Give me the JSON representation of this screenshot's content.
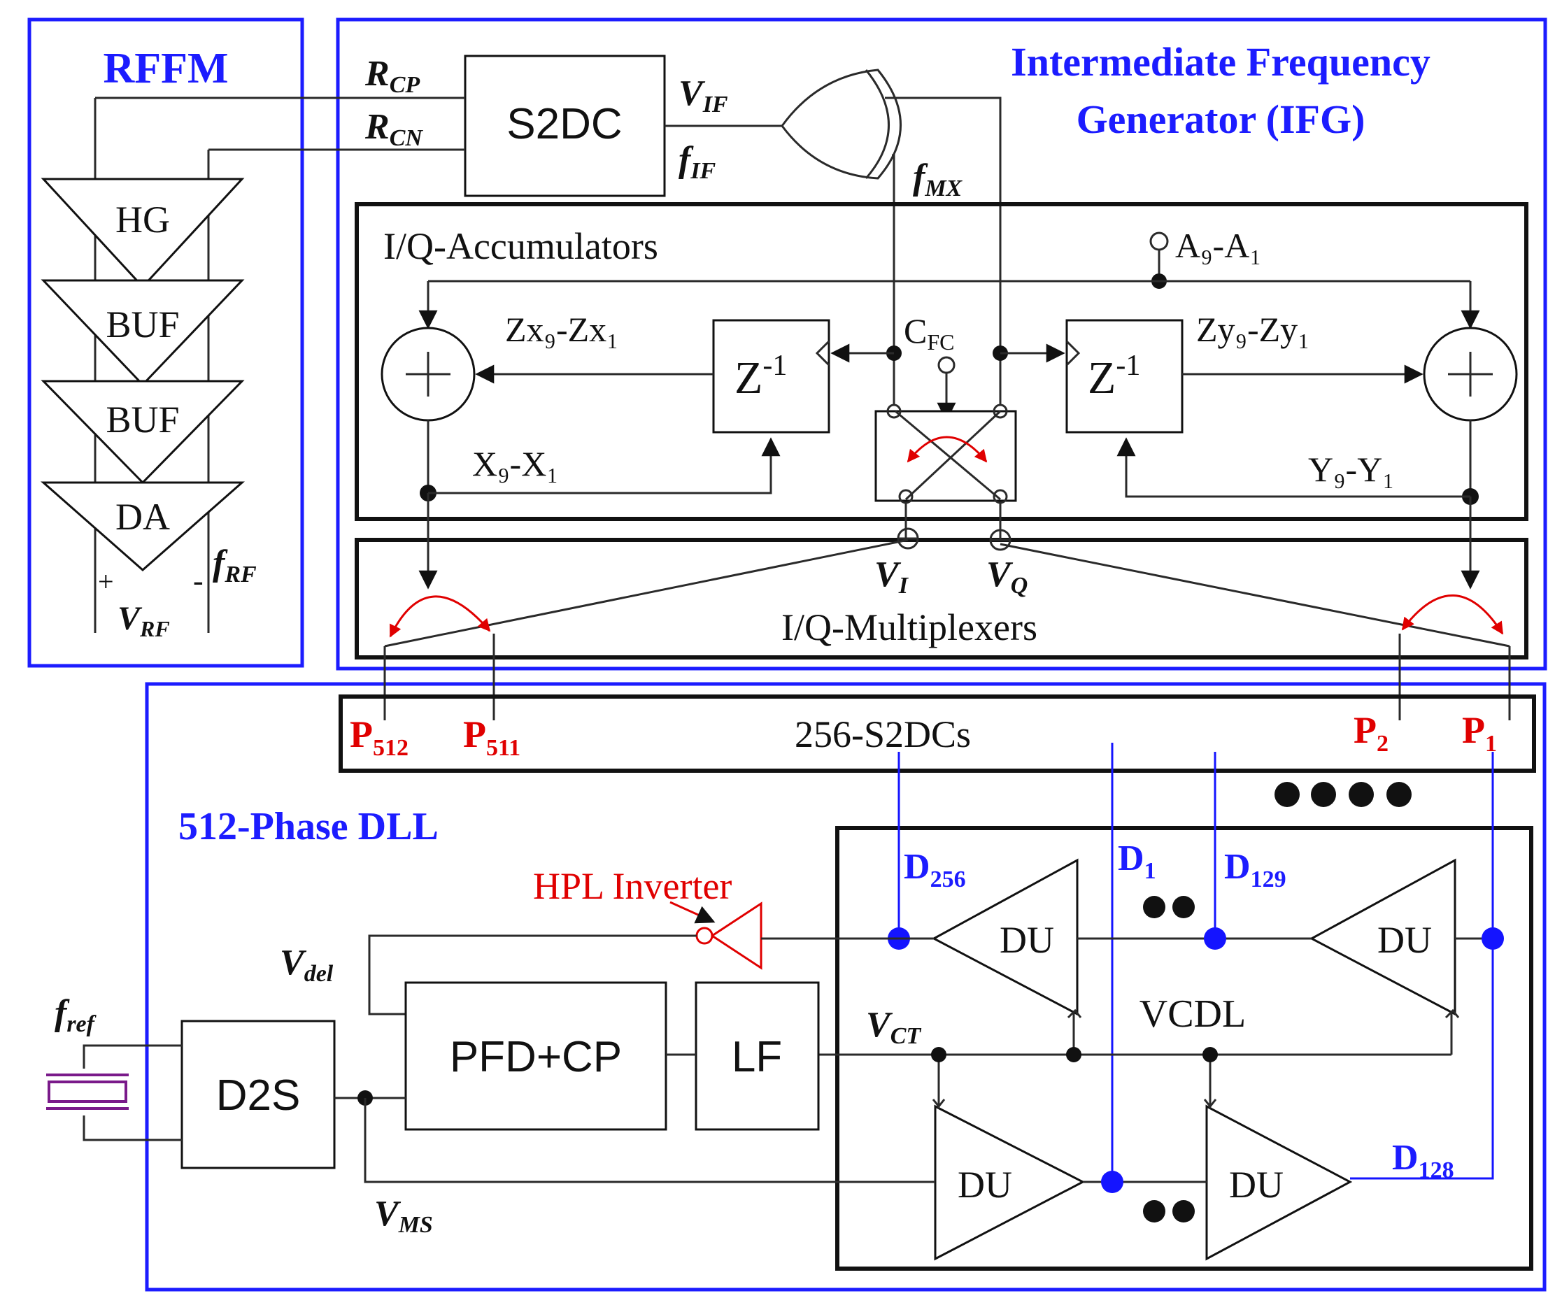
{
  "blocks": {
    "rffm": {
      "title": "RFFM",
      "hg": "HG",
      "buf1": "BUF",
      "buf2": "BUF",
      "da": "DA",
      "vrf": "V",
      "vrf_sub": "RF",
      "frf": "f",
      "frf_sub": "RF",
      "plus": "+",
      "minus": "-"
    },
    "ifg": {
      "title_line1": "Intermediate Frequency",
      "title_line2": "Generator (IFG)",
      "s2dc": "S2DC",
      "rcp": "R",
      "rcp_sub": "CP",
      "rcn": "R",
      "rcn_sub": "CN",
      "vif": "V",
      "vif_sub": "IF",
      "fif": "f",
      "fif_sub": "IF",
      "fmx": "f",
      "fmx_sub": "MX"
    },
    "accum": {
      "title": "I/Q-Accumulators",
      "a": "A₉-A₁",
      "zx": "Zx₉-Zx₁",
      "zy": "Zy₉-Zy₁",
      "x": "X₉-X₁",
      "y": "Y₉-Y₁",
      "zinv": "Z",
      "zinv_sup": "-1",
      "cfc": "C",
      "cfc_sub": "FC"
    },
    "mux": {
      "title": "I/Q-Multiplexers",
      "vi": "V",
      "vi_sub": "I",
      "vq": "V",
      "vq_sub": "Q"
    },
    "s2dcs": {
      "title": "256-S2DCs",
      "p512": "P",
      "p512_sub": "512",
      "p511": "P",
      "p511_sub": "511",
      "p2": "P",
      "p2_sub": "2",
      "p1": "P",
      "p1_sub": "1"
    },
    "dll": {
      "title": "512-Phase DLL",
      "hpl": "HPL Inverter",
      "vdel": "V",
      "vdel_sub": "del",
      "vct": "V",
      "vct_sub": "CT",
      "vms": "V",
      "vms_sub": "MS",
      "fref": "f",
      "fref_sub": "ref",
      "d2s": "D2S",
      "pfd": "PFD+CP",
      "lf": "LF",
      "vcdl": "VCDL",
      "du": "DU",
      "d256": "D",
      "d256_sub": "256",
      "d1": "D",
      "d1_sub": "1",
      "d129": "D",
      "d129_sub": "129",
      "d128": "D",
      "d128_sub": "128"
    }
  },
  "colors": {
    "frame": "#1c1cff",
    "wire": "#2a2a2a",
    "accent_red": "#e00000",
    "phase_blue": "#1414ff",
    "crystal": "#7a1a8a"
  }
}
